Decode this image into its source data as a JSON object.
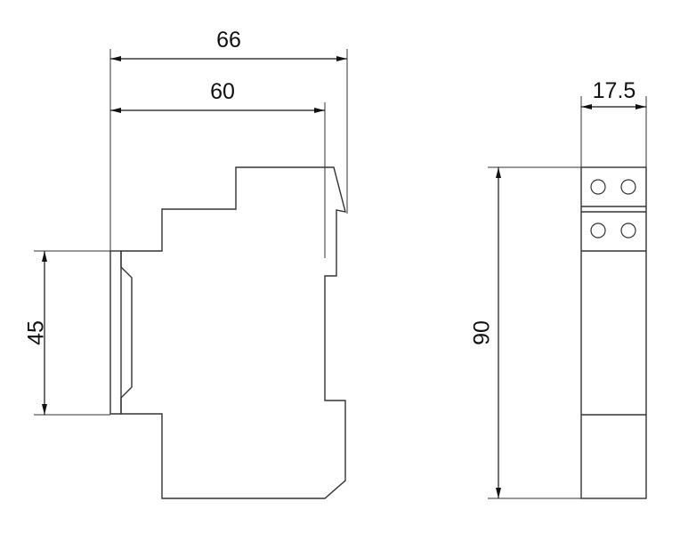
{
  "side_view": {
    "dim_total_depth": "66",
    "dim_body_depth": "60",
    "dim_rail_height": "45"
  },
  "front_view": {
    "dim_width": "17.5",
    "dim_height": "90"
  },
  "colors": {
    "line": "#333333",
    "background": "#ffffff"
  }
}
